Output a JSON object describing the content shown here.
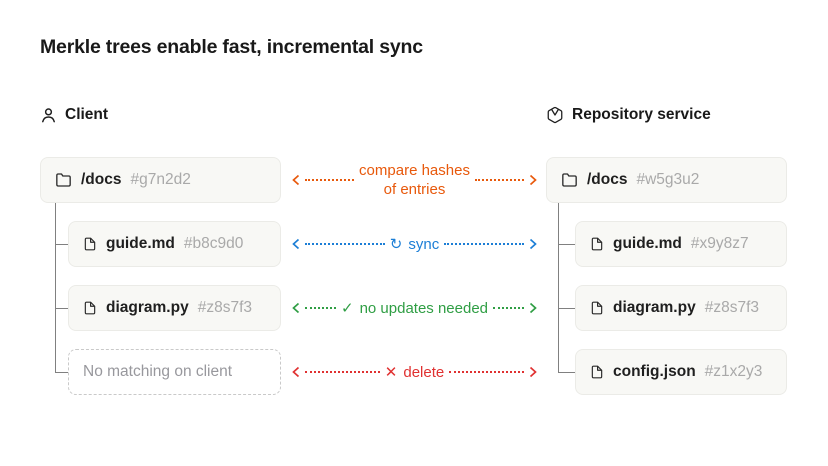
{
  "title": "Merkle trees enable fast, incremental sync",
  "client": {
    "label": "Client",
    "root": {
      "name": "/docs",
      "hash": "#g7n2d2"
    },
    "children": [
      {
        "name": "guide.md",
        "hash": "#b8c9d0"
      },
      {
        "name": "diagram.py",
        "hash": "#z8s7f3"
      },
      {
        "note": "No matching on client"
      }
    ]
  },
  "repo": {
    "label": "Repository service",
    "root": {
      "name": "/docs",
      "hash": "#w5g3u2"
    },
    "children": [
      {
        "name": "guide.md",
        "hash": "#x9y8z7"
      },
      {
        "name": "diagram.py",
        "hash": "#z8s7f3"
      },
      {
        "name": "config.json",
        "hash": "#z1x2y3"
      }
    ]
  },
  "arrows": [
    {
      "line1": "compare hashes",
      "line2": "of entries",
      "color": "#e8590c"
    },
    {
      "icon": "↻",
      "label": "sync",
      "color": "#1c7ed6"
    },
    {
      "icon": "✓",
      "label": "no updates needed",
      "color": "#2f9e44"
    },
    {
      "icon": "✕",
      "label": "delete",
      "color": "#e03131"
    }
  ]
}
